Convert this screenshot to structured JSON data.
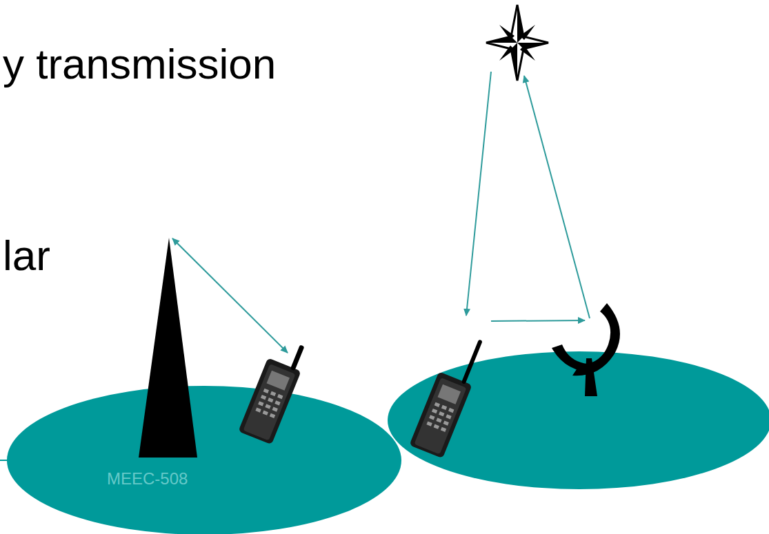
{
  "diagram": {
    "labels": [
      "y transmission",
      "lar",
      "MEEC-508"
    ]
  }
}
